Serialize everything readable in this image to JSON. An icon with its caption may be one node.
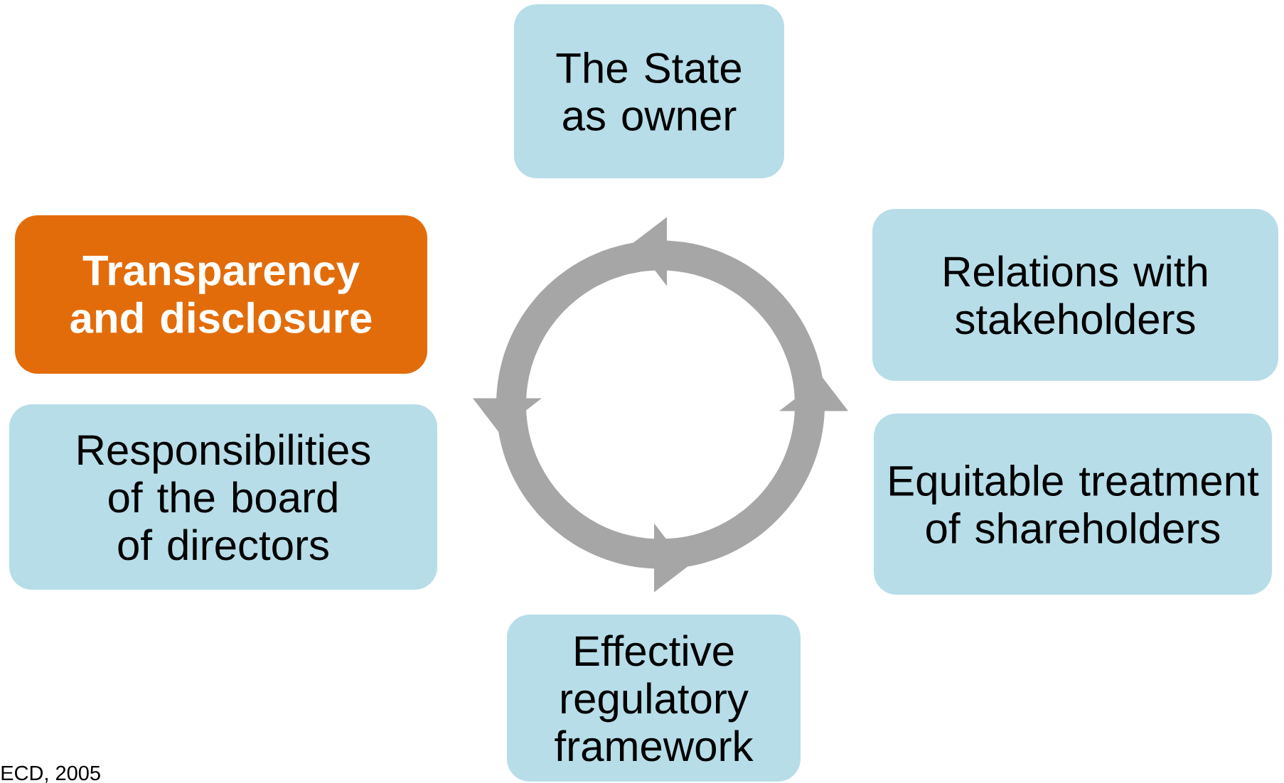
{
  "diagram": {
    "nodes": [
      {
        "text": [
          "The State as owner"
        ]
      },
      {
        "text": [
          "Transparency and disclosure"
        ]
      },
      {
        "text": [
          "Relations with stakeholders"
        ]
      },
      {
        "text": [
          "Responsibilities of the board of directors"
        ]
      },
      {
        "text": [
          "Equitable treatment of shareholders"
        ]
      },
      {
        "text": [
          "Effective regulatory framework"
        ]
      }
    ],
    "labels": [
      "ECD, 2005"
    ]
  }
}
